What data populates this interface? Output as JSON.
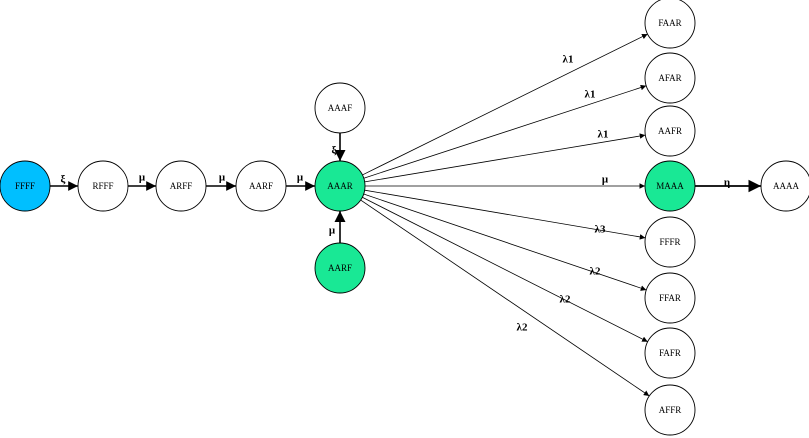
{
  "colors": {
    "initial": "#00BFFF",
    "highlight": "#19E895",
    "default": "#FFFFFF",
    "stroke": "#000000"
  },
  "nodes": [
    {
      "id": "n-ffff",
      "label": "FFFF",
      "state": "initial"
    },
    {
      "id": "n-rfff",
      "label": "RFFF",
      "state": "default"
    },
    {
      "id": "n-arff",
      "label": "ARFF",
      "state": "default"
    },
    {
      "id": "n-aarf-chain",
      "label": "AARF",
      "state": "default"
    },
    {
      "id": "n-aaar",
      "label": "AAAR",
      "state": "highlight"
    },
    {
      "id": "n-aaaf",
      "label": "AAAF",
      "state": "default"
    },
    {
      "id": "n-aarf-below",
      "label": "AARF",
      "state": "highlight"
    },
    {
      "id": "n-faar",
      "label": "FAAR",
      "state": "default"
    },
    {
      "id": "n-afar",
      "label": "AFAR",
      "state": "default"
    },
    {
      "id": "n-aafr",
      "label": "AAFR",
      "state": "default"
    },
    {
      "id": "n-maaa",
      "label": "MAAA",
      "state": "highlight"
    },
    {
      "id": "n-fffr",
      "label": "FFFR",
      "state": "default"
    },
    {
      "id": "n-ffar",
      "label": "FFAR",
      "state": "default"
    },
    {
      "id": "n-fafr",
      "label": "FAFR",
      "state": "default"
    },
    {
      "id": "n-affr",
      "label": "AFFR",
      "state": "default"
    },
    {
      "id": "n-aaaa",
      "label": "AAAA",
      "state": "default"
    }
  ],
  "edges": [
    {
      "from": "n-ffff",
      "to": "n-rfff",
      "label": "ξ"
    },
    {
      "from": "n-rfff",
      "to": "n-arff",
      "label": "μ"
    },
    {
      "from": "n-arff",
      "to": "n-aarf-chain",
      "label": "μ"
    },
    {
      "from": "n-aarf-chain",
      "to": "n-aaar",
      "label": "μ"
    },
    {
      "from": "n-aaaf",
      "to": "n-aaar",
      "label": "ξ"
    },
    {
      "from": "n-aarf-below",
      "to": "n-aaar",
      "label": "μ"
    },
    {
      "from": "n-aaar",
      "to": "n-faar",
      "label": "λ1"
    },
    {
      "from": "n-aaar",
      "to": "n-afar",
      "label": "λ1"
    },
    {
      "from": "n-aaar",
      "to": "n-aafr",
      "label": "λ1"
    },
    {
      "from": "n-aaar",
      "to": "n-maaa",
      "label": "μ"
    },
    {
      "from": "n-aaar",
      "to": "n-fffr",
      "label": "λ3"
    },
    {
      "from": "n-aaar",
      "to": "n-ffar",
      "label": "λ2"
    },
    {
      "from": "n-aaar",
      "to": "n-fafr",
      "label": "λ2"
    },
    {
      "from": "n-aaar",
      "to": "n-affr",
      "label": "λ2"
    },
    {
      "from": "n-maaa",
      "to": "n-aaaa",
      "label": "η"
    }
  ]
}
